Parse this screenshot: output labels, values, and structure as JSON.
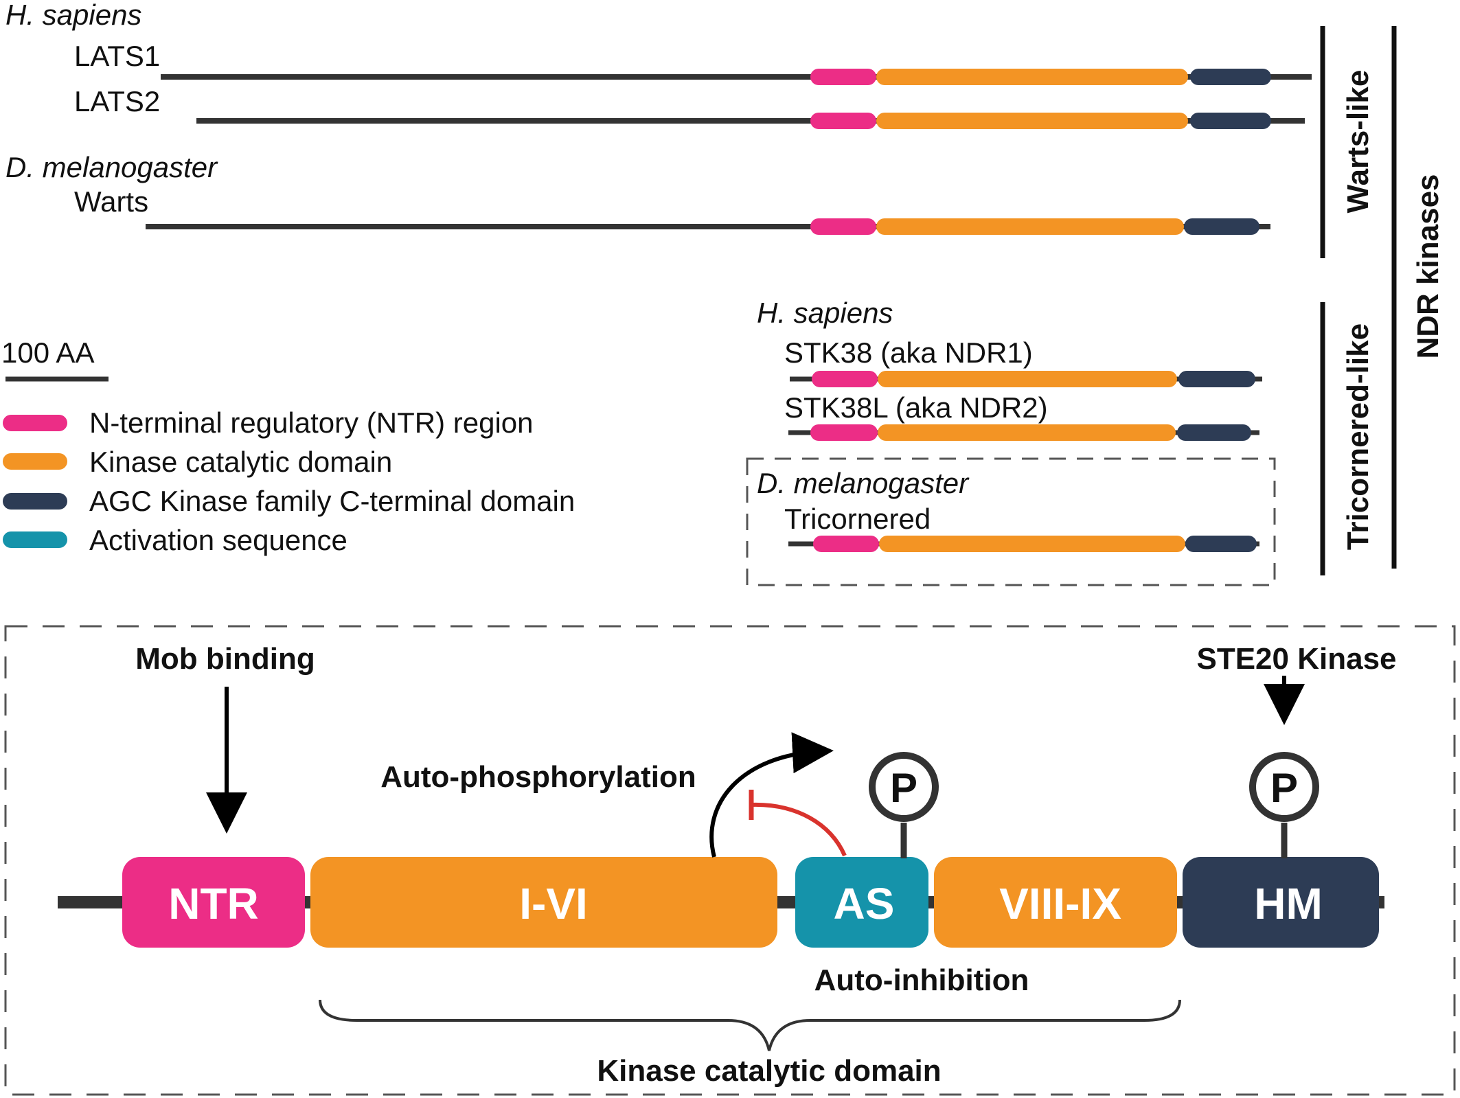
{
  "colors": {
    "ntr": "#ec2d86",
    "kinase": "#f39424",
    "agc": "#2d3c55",
    "activation": "#1593aa",
    "line": "#333333",
    "inhibit": "#d9332d",
    "dash": "#555555"
  },
  "top": {
    "species_hs": "H. sapiens",
    "lats1": "LATS1",
    "lats2": "LATS2",
    "species_dm": "D. melanogaster",
    "warts": "Warts",
    "species_hs2": "H. sapiens",
    "stk38": "STK38 (aka NDR1)",
    "stk38l": "STK38L (aka NDR2)",
    "species_dm2": "D. melanogaster",
    "tricornered": "Tricornered",
    "group_warts": "Warts-like",
    "group_tricornered": "Tricornered-like",
    "group_ndr": "NDR kinases"
  },
  "legend": {
    "scale": "100 AA",
    "items": [
      {
        "label": "N-terminal regulatory (NTR) region",
        "color": "#ec2d86"
      },
      {
        "label": "Kinase catalytic domain",
        "color": "#f39424"
      },
      {
        "label": "AGC Kinase family C-terminal domain",
        "color": "#2d3c55"
      },
      {
        "label": "Activation sequence",
        "color": "#1593aa"
      }
    ]
  },
  "bottom": {
    "mob_binding": "Mob binding",
    "ste20": "STE20 Kinase",
    "auto_phos": "Auto-phosphorylation",
    "auto_inhib": "Auto-inhibition",
    "kinase_domain": "Kinase catalytic domain",
    "phospho": "P",
    "domains": {
      "ntr": "NTR",
      "i_vi": "I-VI",
      "as": "AS",
      "viii_ix": "VIII-IX",
      "hm": "HM"
    }
  }
}
